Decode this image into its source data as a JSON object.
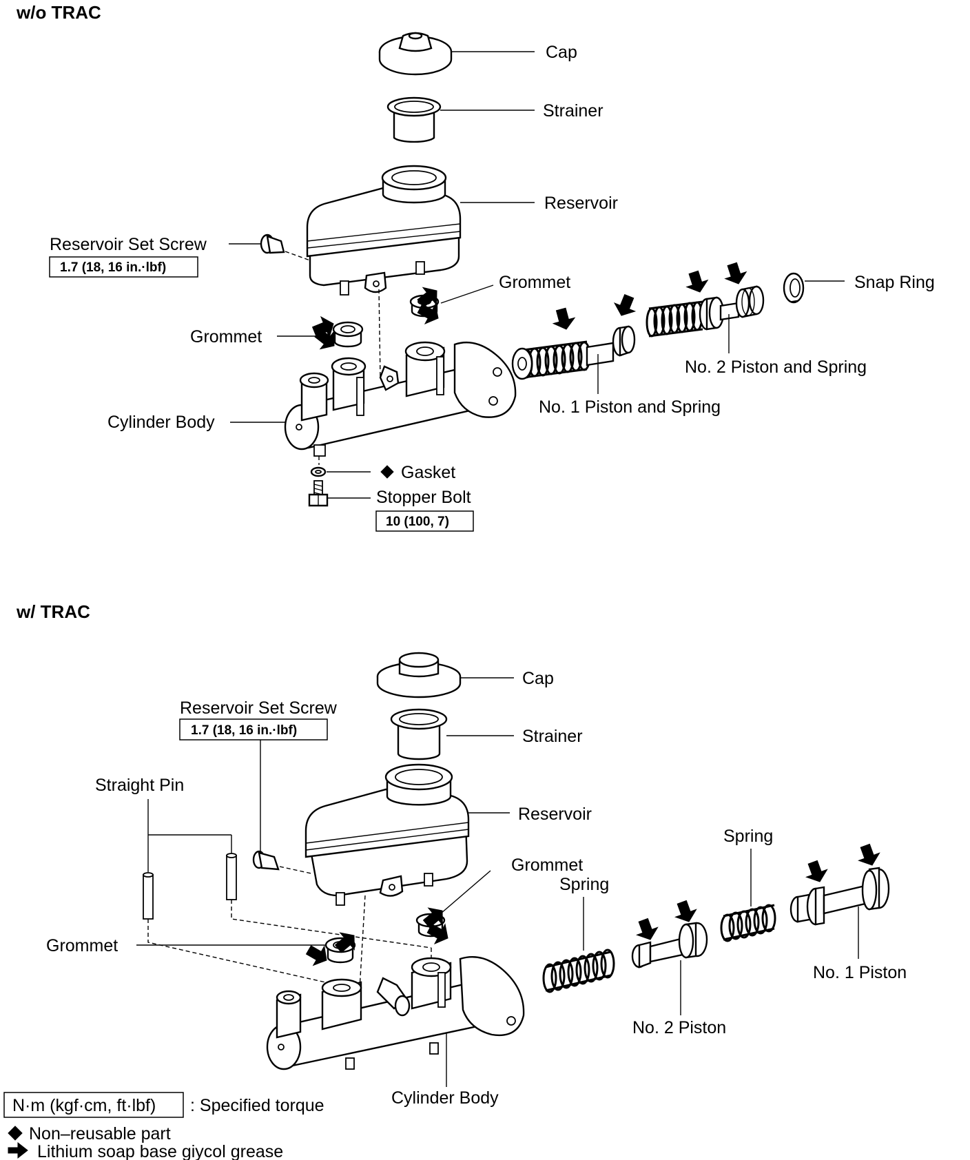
{
  "sections": {
    "without_trac": {
      "title": "w/o TRAC",
      "labels": {
        "cap": "Cap",
        "strainer": "Strainer",
        "reservoir": "Reservoir",
        "reservoir_set_screw": "Reservoir Set Screw",
        "reservoir_set_screw_torque": "1.7 (18, 16 in.·lbf)",
        "grommet_upper": "Grommet",
        "grommet_left": "Grommet",
        "snap_ring": "Snap Ring",
        "no2_piston_and_spring": "No. 2 Piston and Spring",
        "no1_piston_and_spring": "No. 1 Piston and Spring",
        "cylinder_body": "Cylinder Body",
        "gasket": "Gasket",
        "stopper_bolt": "Stopper Bolt",
        "stopper_bolt_torque": "10 (100, 7)"
      }
    },
    "with_trac": {
      "title": "w/ TRAC",
      "labels": {
        "cap": "Cap",
        "strainer": "Strainer",
        "reservoir_set_screw": "Reservoir Set Screw",
        "reservoir_set_screw_torque": "1.7 (18, 16 in.·lbf)",
        "straight_pin": "Straight Pin",
        "reservoir": "Reservoir",
        "spring_top": "Spring",
        "grommet_upper": "Grommet",
        "spring_left": "Spring",
        "grommet_left": "Grommet",
        "no1_piston": "No. 1 Piston",
        "no2_piston": "No. 2 Piston",
        "cylinder_body": "Cylinder Body"
      }
    }
  },
  "legend": {
    "torque_unit_box": "N·m (kgf·cm, ft·lbf)",
    "torque_desc": ": Specified torque",
    "non_reusable": "Non–reusable part",
    "grease": "Lithium soap base giycol grease"
  },
  "icons": {
    "non_reusable_symbol": "black-diamond-icon",
    "grease_symbol": "black-arrow-icon"
  }
}
